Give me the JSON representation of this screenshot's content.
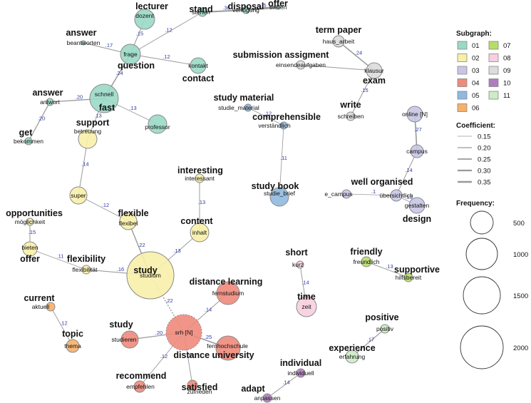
{
  "legend": {
    "subgraph_title": "Subgraph:",
    "subgraphs": [
      {
        "id": "01",
        "color": "#9ad9c6"
      },
      {
        "id": "02",
        "color": "#f7f0a8"
      },
      {
        "id": "03",
        "color": "#c8c6e6"
      },
      {
        "id": "04",
        "color": "#f08a7c"
      },
      {
        "id": "05",
        "color": "#8fb9df"
      },
      {
        "id": "06",
        "color": "#f6b06a"
      },
      {
        "id": "07",
        "color": "#b6dd6a"
      },
      {
        "id": "08",
        "color": "#f7cfe0"
      },
      {
        "id": "09",
        "color": "#dcdcdc"
      },
      {
        "id": "10",
        "color": "#b07cc0"
      },
      {
        "id": "11",
        "color": "#cdebc4"
      }
    ],
    "coefficient_title": "Coefficient:",
    "coefficients": [
      "0.15",
      "0.20",
      "0.25",
      "0.30",
      "0.35"
    ],
    "frequency_title": "Frequency:",
    "frequencies": [
      "500",
      "1000",
      "1500",
      "2000"
    ]
  },
  "nodes": [
    {
      "id": "dozent",
      "german": "dozent",
      "english": "lecturer",
      "group": "01"
    },
    {
      "id": "frage",
      "german": "frage",
      "english": "question",
      "group": "01"
    },
    {
      "id": "stehen",
      "german": "stehen",
      "english": "stand",
      "group": "01"
    },
    {
      "id": "verfugung",
      "german": "verfugung",
      "english": "disposal",
      "group": "01"
    },
    {
      "id": "stellen",
      "german": "stellen",
      "english": "offer",
      "group": "01"
    },
    {
      "id": "beantworten",
      "german": "beantworten",
      "english": "answer",
      "group": "01"
    },
    {
      "id": "kontakt",
      "german": "kontakt",
      "english": "contact",
      "group": "01"
    },
    {
      "id": "schnell",
      "german": "schnell",
      "english": "fast",
      "group": "01"
    },
    {
      "id": "antwort",
      "german": "antwort",
      "english": "answer",
      "group": "01"
    },
    {
      "id": "bekommen",
      "german": "bekommen",
      "english": "get",
      "group": "01"
    },
    {
      "id": "professor",
      "german": "professor",
      "english": "",
      "group": "01"
    },
    {
      "id": "betreuung",
      "german": "betreuung",
      "english": "support",
      "group": "02"
    },
    {
      "id": "super",
      "german": "super",
      "english": "",
      "group": "02"
    },
    {
      "id": "moglichkeit",
      "german": "möglichkeit",
      "english": "opportunities",
      "group": "02"
    },
    {
      "id": "bieten",
      "german": "bieten",
      "english": "offer",
      "group": "02"
    },
    {
      "id": "flexibilitat",
      "german": "flexibilität",
      "english": "flexibility",
      "group": "02"
    },
    {
      "id": "flexibel",
      "german": "flexibel",
      "english": "flexible",
      "group": "02"
    },
    {
      "id": "interessant",
      "german": "interessant",
      "english": "interesting",
      "group": "02"
    },
    {
      "id": "inhalt",
      "german": "inhalt",
      "english": "content",
      "group": "02"
    },
    {
      "id": "studium",
      "german": "studium",
      "english": "study",
      "group": "02"
    },
    {
      "id": "einsendeaufgaben",
      "german": "einsendeaufgaben",
      "english": "submission assigment",
      "group": "09"
    },
    {
      "id": "haus_arbeit",
      "german": "haus_arbeit",
      "english": "term paper",
      "group": "09"
    },
    {
      "id": "klausur",
      "german": "klausur",
      "english": "exam",
      "group": "09"
    },
    {
      "id": "schreiben",
      "german": "schreiben",
      "english": "write",
      "group": "09"
    },
    {
      "id": "studie_material",
      "german": "studie_material",
      "english": "study material",
      "group": "05"
    },
    {
      "id": "verstandlich",
      "german": "verständlich",
      "english": "comprehensible",
      "group": "05"
    },
    {
      "id": "studie_brief",
      "german": "studie_brief",
      "english": "study book",
      "group": "05"
    },
    {
      "id": "online",
      "german": "online [N]",
      "english": "",
      "group": "03"
    },
    {
      "id": "campus",
      "german": "campus",
      "english": "",
      "group": "03"
    },
    {
      "id": "e_campus",
      "german": "e_campus",
      "english": "",
      "group": "03"
    },
    {
      "id": "ubersichtlich",
      "german": "übersichtlich",
      "english": "well organised",
      "group": "03"
    },
    {
      "id": "gestalten",
      "german": "gestalten",
      "english": "design",
      "group": "03"
    },
    {
      "id": "kurz",
      "german": "kurz",
      "english": "short",
      "group": "08"
    },
    {
      "id": "zeit",
      "german": "zeit",
      "english": "time",
      "group": "08"
    },
    {
      "id": "freundlich",
      "german": "freundlich",
      "english": "friendly",
      "group": "07"
    },
    {
      "id": "hilfsbereit",
      "german": "hilfsbereit",
      "english": "supportive",
      "group": "07"
    },
    {
      "id": "fernstudium",
      "german": "fernstudium",
      "english": "distance learning",
      "group": "04"
    },
    {
      "id": "srh",
      "german": "srh [N]",
      "english": "",
      "group": "04"
    },
    {
      "id": "studieren",
      "german": "studieren",
      "english": "study",
      "group": "04"
    },
    {
      "id": "fernhochschule",
      "german": "fernhochschule",
      "english": "distance university",
      "group": "04"
    },
    {
      "id": "empfehlen",
      "german": "empfehlen",
      "english": "recommend",
      "group": "04"
    },
    {
      "id": "zufrieden",
      "german": "zufrieden",
      "english": "satisfied",
      "group": "04"
    },
    {
      "id": "aktuell",
      "german": "aktuell",
      "english": "current",
      "group": "06"
    },
    {
      "id": "thema",
      "german": "thema",
      "english": "topic",
      "group": "06"
    },
    {
      "id": "positiv",
      "german": "positiv",
      "english": "positive",
      "group": "11"
    },
    {
      "id": "erfahrung",
      "german": "erfahrung",
      "english": "experience",
      "group": "11"
    },
    {
      "id": "individuell",
      "german": "individuell",
      "english": "individual",
      "group": "10"
    },
    {
      "id": "anpassen",
      "german": "anpassen",
      "english": "adapt",
      "group": "10"
    }
  ],
  "edges": [
    {
      "source": "dozent",
      "target": "frage",
      "coef": ".15"
    },
    {
      "source": "frage",
      "target": "stehen",
      "coef": ".12"
    },
    {
      "source": "stehen",
      "target": "verfugung",
      "coef": ".36"
    },
    {
      "source": "verfugung",
      "target": "stellen",
      "coef": ".5"
    },
    {
      "source": "beantworten",
      "target": "frage",
      "coef": ".17"
    },
    {
      "source": "frage",
      "target": "kontakt",
      "coef": ".12"
    },
    {
      "source": "frage",
      "target": "schnell",
      "coef": ".24"
    },
    {
      "source": "antwort",
      "target": "schnell",
      "coef": ".20"
    },
    {
      "source": "antwort",
      "target": "bekommen",
      "coef": ".20"
    },
    {
      "source": "schnell",
      "target": "professor",
      "coef": ".13"
    },
    {
      "source": "schnell",
      "target": "betreuung",
      "coef": ".13"
    },
    {
      "source": "betreuung",
      "target": "super",
      "coef": ".14"
    },
    {
      "source": "super",
      "target": "flexibel",
      "coef": ".12"
    },
    {
      "source": "moglichkeit",
      "target": "bieten",
      "coef": ".15"
    },
    {
      "source": "bieten",
      "target": "flexibilitat",
      "coef": ".11"
    },
    {
      "source": "flexibilitat",
      "target": "studium",
      "coef": ".16"
    },
    {
      "source": "flexibel",
      "target": "studium",
      "coef": ".22"
    },
    {
      "source": "interessant",
      "target": "inhalt",
      "coef": ".13"
    },
    {
      "source": "inhalt",
      "target": "studium",
      "coef": ".13"
    },
    {
      "source": "studium",
      "target": "srh",
      "coef": ".22"
    },
    {
      "source": "haus_arbeit",
      "target": "klausur",
      "coef": ".24"
    },
    {
      "source": "einsendeaufgaben",
      "target": "klausur",
      "coef": ""
    },
    {
      "source": "klausur",
      "target": "schreiben",
      "coef": ".15"
    },
    {
      "source": "studie_material",
      "target": "verstandlich",
      "coef": ".12"
    },
    {
      "source": "verstandlich",
      "target": "studie_brief",
      "coef": ".11"
    },
    {
      "source": "online",
      "target": "campus",
      "coef": ".27"
    },
    {
      "source": "campus",
      "target": "ubersichtlich",
      "coef": ".14"
    },
    {
      "source": "e_campus",
      "target": "ubersichtlich",
      "coef": ".1"
    },
    {
      "source": "ubersichtlich",
      "target": "gestalten",
      "coef": ".13"
    },
    {
      "source": "kurz",
      "target": "zeit",
      "coef": ".14"
    },
    {
      "source": "freundlich",
      "target": "hilfsbereit",
      "coef": ".13"
    },
    {
      "source": "srh",
      "target": "fernstudium",
      "coef": ".14"
    },
    {
      "source": "studieren",
      "target": "srh",
      "coef": ".20"
    },
    {
      "source": "srh",
      "target": "fernhochschule",
      "coef": ".25"
    },
    {
      "source": "srh",
      "target": "empfehlen",
      "coef": ".12"
    },
    {
      "source": "srh",
      "target": "zufrieden",
      "coef": ".13"
    },
    {
      "source": "aktuell",
      "target": "thema",
      "coef": ".12"
    },
    {
      "source": "positiv",
      "target": "erfahrung",
      "coef": ".17"
    },
    {
      "source": "individuell",
      "target": "anpassen",
      "coef": ".14"
    }
  ]
}
